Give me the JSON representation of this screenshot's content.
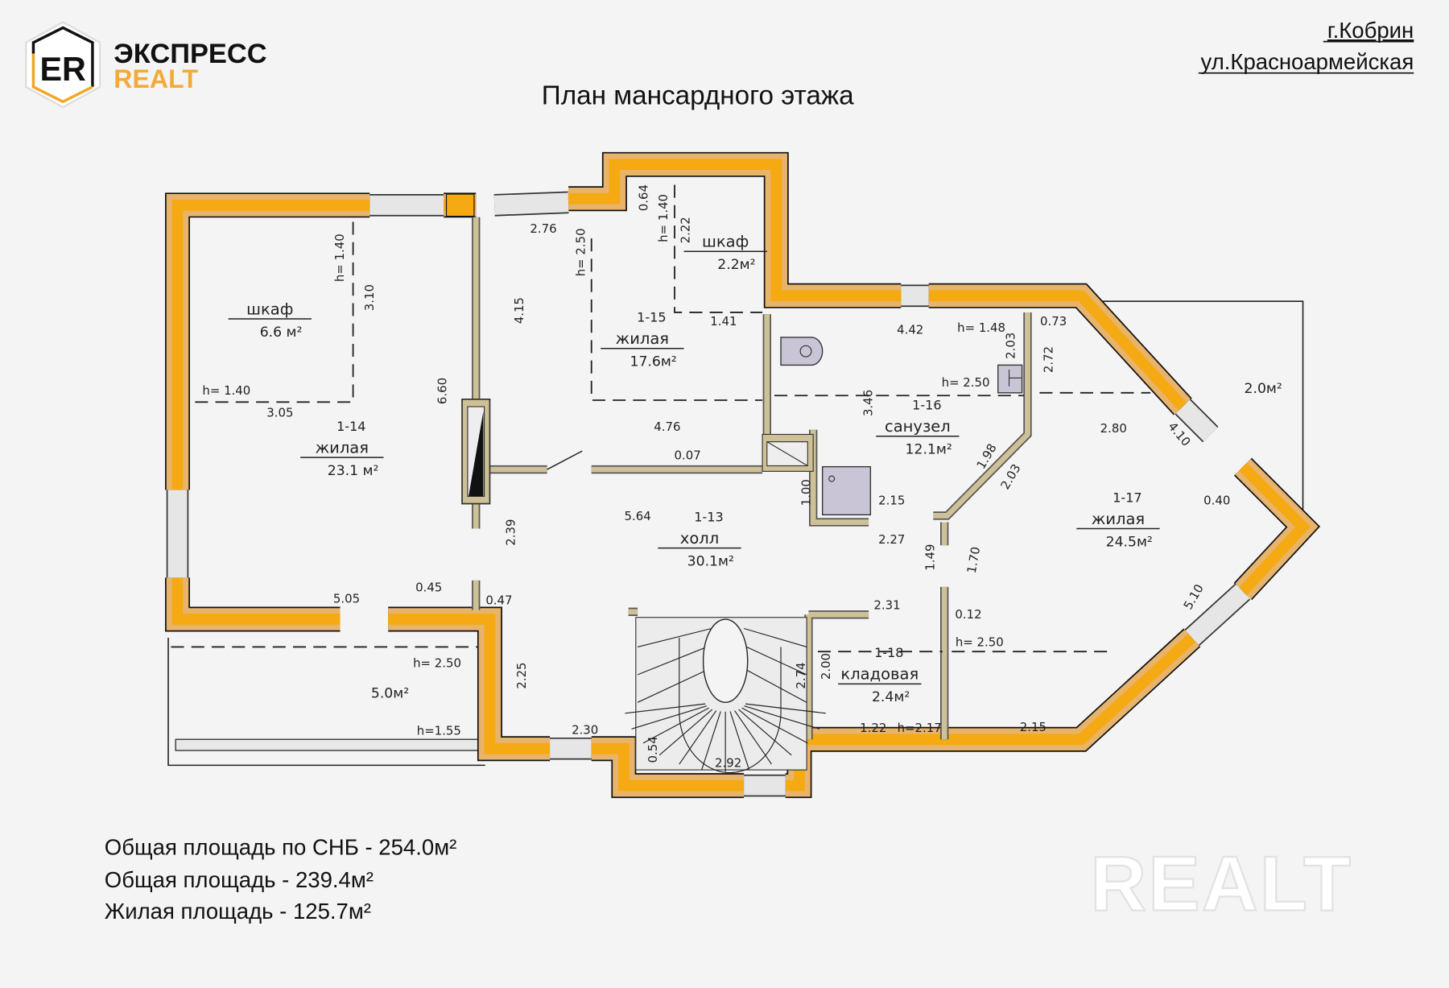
{
  "logo": {
    "mark": "ER",
    "line1": "ЭКСПРЕСС",
    "line2": "REALT"
  },
  "address": {
    "city": "г.Кобрин",
    "street": "ул.Красноармейская"
  },
  "title": "План мансардного этажа",
  "summary": [
    "Общая площадь по СНБ - 254.0м²",
    "Общая площадь - 239.4м²",
    "Жилая площадь - 125.7м²"
  ],
  "watermark": "REALT",
  "colors": {
    "wall_outer": "#f5a912",
    "wall_tan": "#e8b46c",
    "partition": "#cfc197",
    "fixture": "#c9c5d6"
  },
  "plan": {
    "rooms": [
      {
        "name": "шкаф",
        "area": "6.6 м²"
      },
      {
        "id": "1-14",
        "name": "жилая",
        "area": "23.1 м²"
      },
      {
        "id": "1-15",
        "name": "жилая",
        "area": "17.6м²"
      },
      {
        "name": "шкаф",
        "area": "2.2м²"
      },
      {
        "id": "1-16",
        "name": "санузел",
        "area": "12.1м²"
      },
      {
        "id": "1-13",
        "name": "холл",
        "area": "30.1м²"
      },
      {
        "id": "1-17",
        "name": "жилая",
        "area": "24.5м²"
      },
      {
        "id": "1-18",
        "name": "кладовая",
        "area": "2.4м²"
      },
      {
        "area": "5.0м²"
      },
      {
        "area": "2.0м²"
      }
    ],
    "dimensions": [
      "2.76",
      "h= 1.40",
      "3.10",
      "h= 1.40",
      "3.05",
      "4.15",
      "6.60",
      "h= 2.50",
      "0.64",
      "h= 1.40",
      "2.22",
      "1.41",
      "4.76",
      "0.07",
      "5.64",
      "2.39",
      "0.47",
      "0.45",
      "5.05",
      "h= 2.50",
      "2.25",
      "h=1.55",
      "2.30",
      "0.54",
      "2.92",
      "2.74",
      "2.00",
      "2.31",
      "0.12",
      "h= 2.50",
      "1.22",
      "h=2.17",
      "2.15",
      "5.10",
      "0.40",
      "4.10",
      "2.80",
      "2.72",
      "0.73",
      "4.42",
      "h= 1.48",
      "2.03",
      "h= 2.50",
      "3.46",
      "1.98",
      "2.03",
      "2.15",
      "2.27",
      "1.00",
      "1.49",
      "1.70"
    ]
  }
}
